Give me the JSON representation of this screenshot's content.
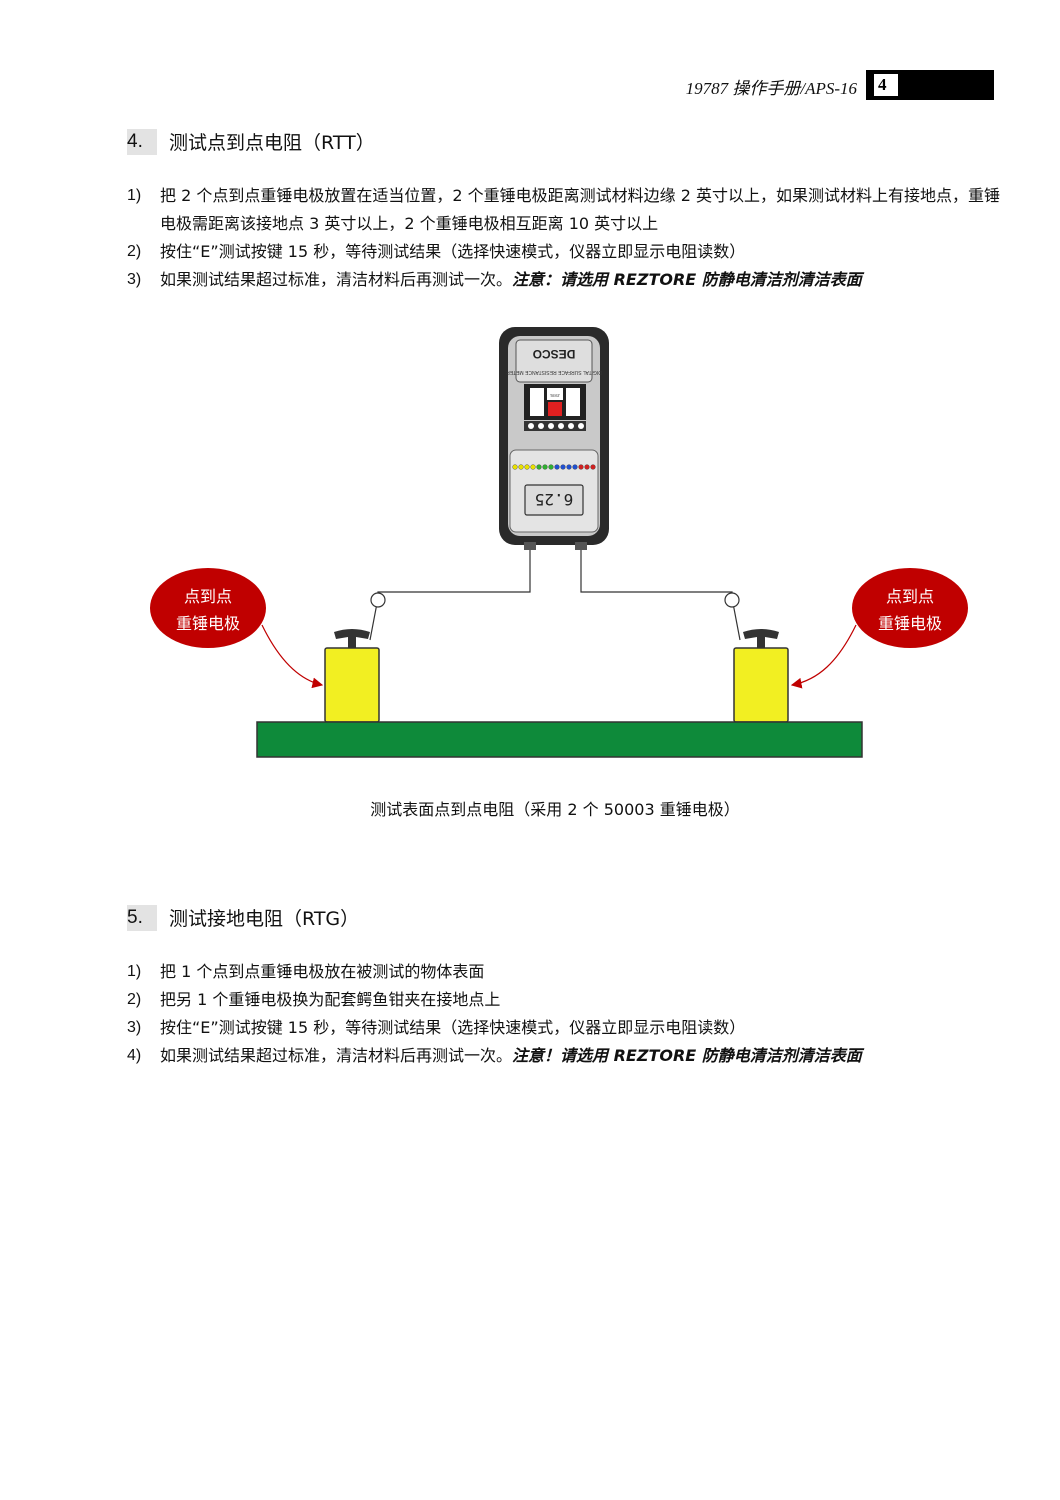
{
  "header": {
    "title": "19787 操作手册/APS-16",
    "page_number": "4"
  },
  "section4": {
    "number": "4.",
    "title": "测试点到点电阻（RTT）",
    "items": [
      {
        "num": "1)",
        "text": "把 2 个点到点重锤电极放置在适当位置，2 个重锤电极距离测试材料边缘 2 英寸以上，如果测试材料上有接地点，重锤电极需距离该接地点 3 英寸以上，2 个重锤电极相互距离 10 英寸以上"
      },
      {
        "num": "2)",
        "text": "按住“E”测试按键 15 秒，等待测试结果（选择快速模式，仪器立即显示电阻读数）"
      },
      {
        "num": "3)",
        "text": "如果测试结果超过标准，清洁材料后再测试一次。",
        "note": "注意：请选用 REZTORE 防静电清洁剂清洁表面"
      }
    ]
  },
  "diagram": {
    "left_label_line1": "点到点",
    "left_label_line2": "重锤电极",
    "right_label_line1": "点到点",
    "right_label_line2": "重锤电极",
    "meter_brand": "DESCO",
    "meter_subtitle": "DIGITAL SURFACE RESISTANCE METER",
    "meter_display": "6.25",
    "meter_test_button": "TEST",
    "led_colors": [
      "#e8e000",
      "#e8e000",
      "#e8e000",
      "#e8e000",
      "#30b030",
      "#30b030",
      "#30b030",
      "#2050d0",
      "#2050d0",
      "#2050d0",
      "#2050d0",
      "#d02020",
      "#d02020",
      "#d02020"
    ],
    "colors": {
      "bubble": "#c00000",
      "electrode": "#f2ef22",
      "surface": "#0e8a3a"
    }
  },
  "caption": "测试表面点到点电阻（采用 2 个 50003 重锤电极）",
  "section5": {
    "number": "5.",
    "title": "测试接地电阻（RTG）",
    "items": [
      {
        "num": "1)",
        "text": "把 1 个点到点重锤电极放在被测试的物体表面"
      },
      {
        "num": "2)",
        "text": "把另 1 个重锤电极换为配套鳄鱼钳夹在接地点上"
      },
      {
        "num": "3)",
        "text": "按住“E”测试按键 15 秒，等待测试结果（选择快速模式，仪器立即显示电阻读数）"
      },
      {
        "num": "4)",
        "text": "如果测试结果超过标准，清洁材料后再测试一次。",
        "note": "注意！请选用 REZTORE 防静电清洁剂清洁表面"
      }
    ]
  }
}
